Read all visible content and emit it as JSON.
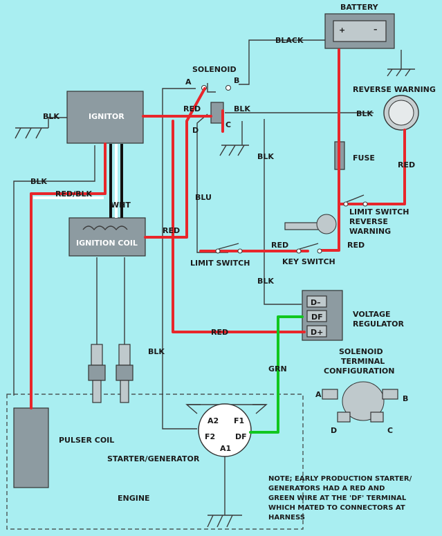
{
  "labels": {
    "battery": "BATTERY",
    "black": "BLACK",
    "solenoid": "SOLENOID",
    "sol_a": "A",
    "sol_b": "B",
    "sol_c": "C",
    "sol_d": "D",
    "red_sol": "RED",
    "blk_sol": "BLK",
    "blk_rev": "BLK",
    "reverse_warning": "REVERSE WARNING",
    "ignitor": "IGNITOR",
    "blk_ignitor": "BLK",
    "blk_center": "BLK",
    "fuse": "FUSE",
    "red_right": "RED",
    "blk_left": "BLK",
    "red_blk_ignitor": "RED/BLK",
    "wht": "WHT",
    "blu": "BLU",
    "limit_switch_rev_1": "LIMIT SWITCH",
    "limit_switch_rev_2": "REVERSE",
    "limit_switch_rev_3": "WARNING",
    "red_coil": "RED",
    "ignition_coil": "IGNITION COIL",
    "limit_switch": "LIMIT SWITCH",
    "red_switches": "RED",
    "key_switch": "KEY SWITCH",
    "red_key": "RED",
    "blk_lower": "BLK",
    "vr_dminus": "D–",
    "vr_df": "DF",
    "vr_dplus": "D+",
    "voltage_1": "VOLTAGE",
    "voltage_2": "REGULATOR",
    "red_vr": "RED",
    "grn": "GRN",
    "blk_vertical": "BLK",
    "sol_term_1": "SOLENOID",
    "sol_term_2": "TERMINAL",
    "sol_term_3": "CONFIGURATION",
    "st_a": "A",
    "st_b": "B",
    "st_c": "C",
    "st_d": "D",
    "gen_a2": "A2",
    "gen_f1": "F1",
    "gen_f2": "F2",
    "gen_df": "DF",
    "gen_a1": "A1",
    "pulser_coil": "PULSER COIL",
    "starter_generator": "STARTER/GENERATOR",
    "engine": "ENGINE",
    "note_1": "NOTE; EARLY PRODUCTION STARTER/",
    "note_2": "GENERATORS HAD A RED AND",
    "note_3": "GREEN WIRE AT THE 'DF' TERMINAL",
    "note_4": "WHICH MATED TO CONNECTORS AT",
    "note_5": "HARNESS"
  },
  "colors": {
    "background": "#a9eef1",
    "red_wire": "#e8262b",
    "green_wire": "#11c71f",
    "component": "#8d9ba1"
  }
}
